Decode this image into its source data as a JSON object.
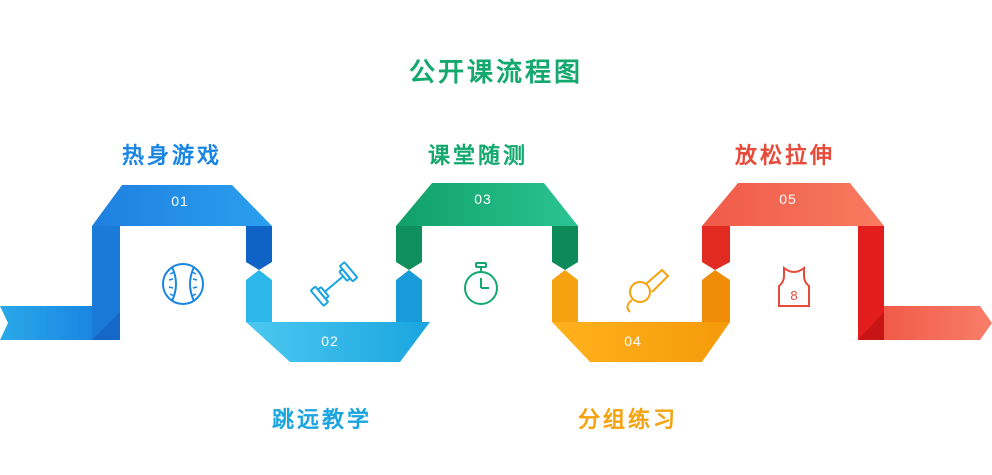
{
  "title": "公开课流程图",
  "steps": [
    {
      "number": "01",
      "label": "热身游戏",
      "color": "#1a86e3",
      "icon": "baseball-icon"
    },
    {
      "number": "02",
      "label": "跳远教学",
      "color": "#1aa5e0",
      "icon": "dumbbell-icon"
    },
    {
      "number": "03",
      "label": "课堂随测",
      "color": "#13a86e",
      "icon": "stopwatch-icon"
    },
    {
      "number": "04",
      "label": "分组练习",
      "color": "#f5a20c",
      "icon": "whistle-icon"
    },
    {
      "number": "05",
      "label": "放松拉伸",
      "color": "#e84a3a",
      "icon": "jersey-icon"
    }
  ]
}
